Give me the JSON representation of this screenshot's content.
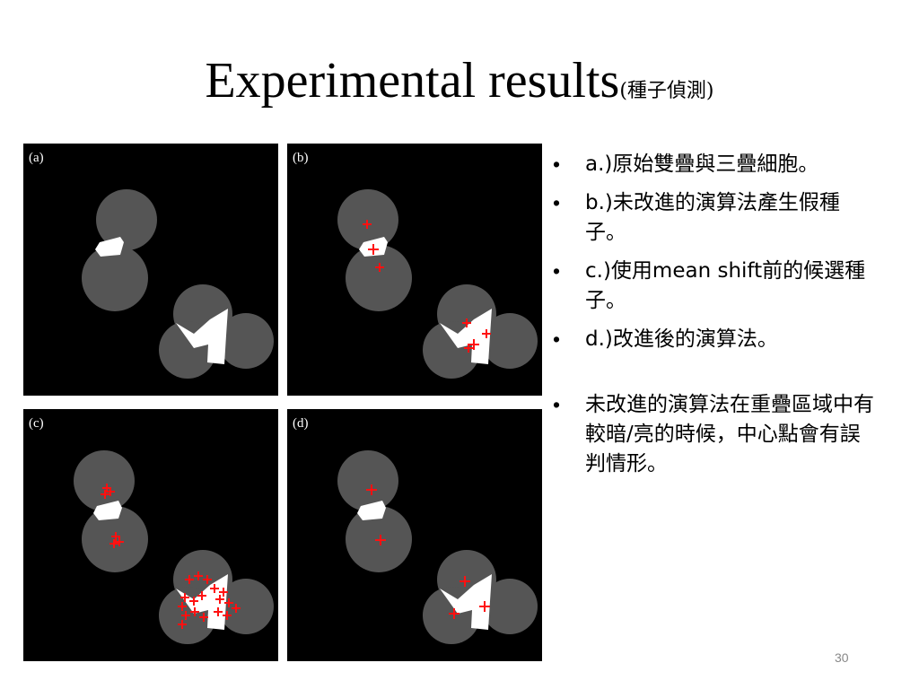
{
  "slide": {
    "title_main": "Experimental results",
    "title_sub": "(種子偵測)",
    "page_number": "30"
  },
  "panels": [
    {
      "label": "(a)"
    },
    {
      "label": "(b)"
    },
    {
      "label": "(c)"
    },
    {
      "label": "(d)"
    }
  ],
  "bullets": [
    {
      "marker": "•",
      "text": "a.)原始雙疊與三疊細胞。"
    },
    {
      "marker": "•",
      "text": "b.)未改進的演算法產生假種子。"
    },
    {
      "marker": "•",
      "text": "c.)使用mean shift前的候選種子。"
    },
    {
      "marker": "•",
      "text": "d.)改進後的演算法。"
    },
    {
      "marker": "•",
      "text": "未改進的演算法在重疊區域中有較暗/亮的時候，中心點會有誤判情形。"
    }
  ],
  "colors": {
    "cell": "#555555",
    "overlap": "#ffffff",
    "seed": "#ff1010",
    "background": "#000000"
  }
}
